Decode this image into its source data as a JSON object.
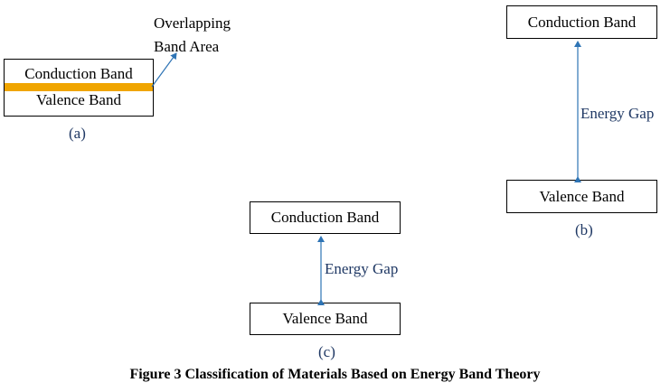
{
  "panel_a": {
    "conduction_band": "Conduction Band",
    "valence_band": "Valence Band",
    "overlap_label_line1": "Overlapping",
    "overlap_label_line2": "Band Area",
    "panel_label": "(a)",
    "overlap_color": "#f0a500"
  },
  "panel_b": {
    "conduction_band": "Conduction Band",
    "valence_band": "Valence Band",
    "energy_gap": "Energy Gap",
    "panel_label": "(b)"
  },
  "panel_c": {
    "conduction_band": "Conduction Band",
    "valence_band": "Valence Band",
    "energy_gap": "Energy Gap",
    "panel_label": "(c)"
  },
  "caption": "Figure 3 Classification of Materials Based on Energy Band Theory",
  "colors": {
    "arrow": "#2e74b5",
    "label_text": "#1f3864"
  }
}
